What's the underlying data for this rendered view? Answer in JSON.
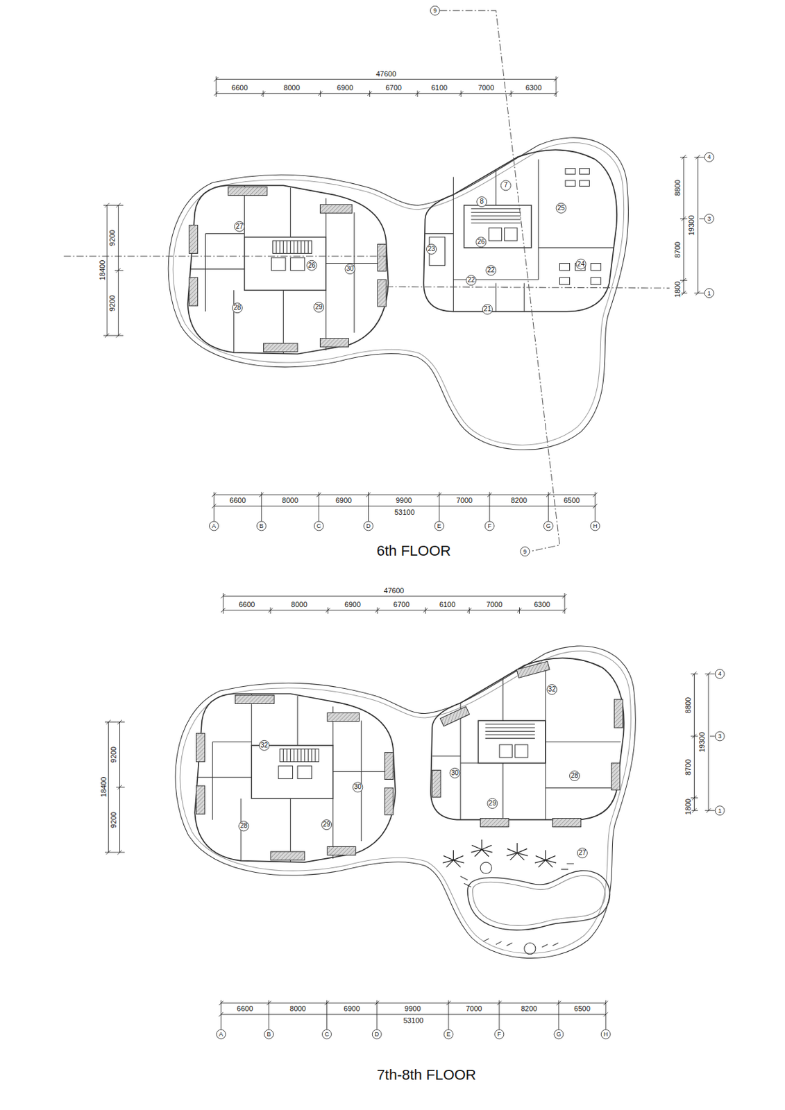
{
  "diagram": {
    "labels": [
      "47600",
      "6600",
      "8000",
      "6900",
      "6700",
      "6100",
      "7000",
      "6300",
      "9",
      "9200",
      "18400",
      "9200",
      "4",
      "8800",
      "19300",
      "3",
      "8700",
      "1800",
      "1",
      "27",
      "26",
      "30",
      "28",
      "29",
      "7",
      "8",
      "25",
      "23",
      "26",
      "24",
      "22",
      "22",
      "21",
      "6600",
      "8000",
      "6900",
      "9900",
      "7000",
      "8200",
      "6500",
      "53100",
      "A",
      "B",
      "C",
      "D",
      "E",
      "F",
      "G",
      "H",
      "9",
      "6th FLOOR",
      "47600",
      "6600",
      "8000",
      "6900",
      "6700",
      "6100",
      "7000",
      "6300",
      "9200",
      "18400",
      "9200",
      "4",
      "8800",
      "19300",
      "3",
      "8700",
      "1800",
      "1",
      "32",
      "30",
      "28",
      "29",
      "32",
      "30",
      "28",
      "29",
      "27",
      "6600",
      "8000",
      "6900",
      "9900",
      "7000",
      "8200",
      "6500",
      "53100",
      "A",
      "B",
      "C",
      "D",
      "E",
      "F",
      "G",
      "H",
      "7th-8th FLOOR"
    ]
  }
}
